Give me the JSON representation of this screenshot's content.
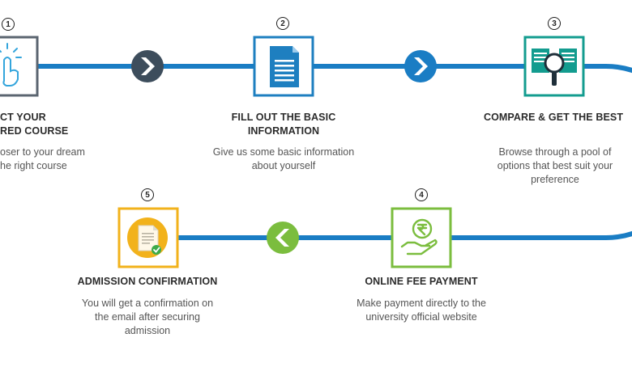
{
  "steps": [
    {
      "number": "1",
      "title_line1": "CT YOUR",
      "title_line2": "RED COURSE",
      "desc_line1": "oser to your dream",
      "desc_line2": "he right course",
      "icon": "hand-pointer-icon",
      "color": "#5b6570"
    },
    {
      "number": "2",
      "title_line1": "FILL OUT THE BASIC",
      "title_line2": "INFORMATION",
      "desc_line1": "Give us some basic information",
      "desc_line2": "about yourself",
      "icon": "document-icon",
      "color": "#1e7fc0"
    },
    {
      "number": "3",
      "title_line1": "COMPARE & GET THE BEST",
      "desc_line1": "Browse through a pool of",
      "desc_line2": "options that best suit your",
      "desc_line3": "preference",
      "icon": "magnifier-documents-icon",
      "color": "#139c8f"
    },
    {
      "number": "4",
      "title_line1": "ONLINE FEE PAYMENT",
      "desc_line1": "Make payment directly to the",
      "desc_line2": "university official website",
      "icon": "rupee-coin-hand-icon",
      "color": "#7bbd3e"
    },
    {
      "number": "5",
      "title_line1": "ADMISSION CONFIRMATION",
      "desc_line1": "You will get a confirmation on",
      "desc_line2": "the email after securing",
      "desc_line3": "admission",
      "icon": "document-check-icon",
      "color": "#f2b21b"
    }
  ],
  "colors": {
    "track": "#1a7dc4",
    "arrow_dark": "#3d4d5c",
    "arrow_blue": "#1a7dc4",
    "arrow_green": "#7bbd3e"
  }
}
